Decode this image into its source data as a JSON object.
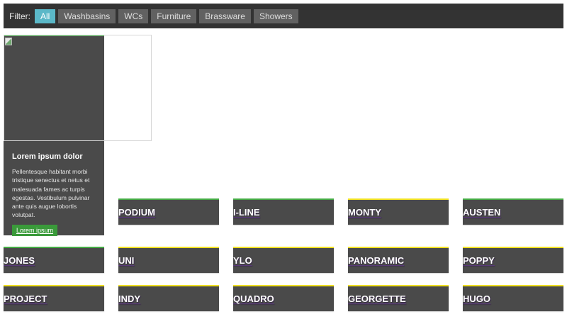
{
  "filter": {
    "label": "Filter:",
    "buttons": [
      {
        "label": "All",
        "active": true
      },
      {
        "label": "Washbasins",
        "active": false
      },
      {
        "label": "WCs",
        "active": false
      },
      {
        "label": "Furniture",
        "active": false
      },
      {
        "label": "Brassware",
        "active": false
      },
      {
        "label": "Showers",
        "active": false
      }
    ]
  },
  "feature": {
    "title": "Lorem ipsum dolor",
    "text": "Pellentesque habitant morbi tristique senectus et netus et malesuada fames ac turpis egestas. Vestibulum pulvinar ante quis augue lobortis volutpat.",
    "button_label": "Lorem ipsum",
    "accent": "#4caf50"
  },
  "colors": {
    "green_accent": "#44aa44",
    "yellow_accent": "#f0e020",
    "tile_bg": "#4a4a4a",
    "bar_bg": "#333333",
    "active_filter": "#5bb8c8"
  },
  "tiles": [
    {
      "name": "PODIUM",
      "accent": "green"
    },
    {
      "name": "I-LINE",
      "accent": "green"
    },
    {
      "name": "MONTY",
      "accent": "yellow"
    },
    {
      "name": "AUSTEN",
      "accent": "green"
    },
    {
      "name": "JONES",
      "accent": "green"
    },
    {
      "name": "UNI",
      "accent": "yellow"
    },
    {
      "name": "YLO",
      "accent": "yellow"
    },
    {
      "name": "PANORAMIC",
      "accent": "yellow"
    },
    {
      "name": "POPPY",
      "accent": "yellow"
    },
    {
      "name": "PROJECT",
      "accent": "yellow"
    },
    {
      "name": "INDY",
      "accent": "yellow"
    },
    {
      "name": "QUADRO",
      "accent": "yellow"
    },
    {
      "name": "GEORGETTE",
      "accent": "yellow"
    },
    {
      "name": "HUGO",
      "accent": "yellow"
    }
  ]
}
